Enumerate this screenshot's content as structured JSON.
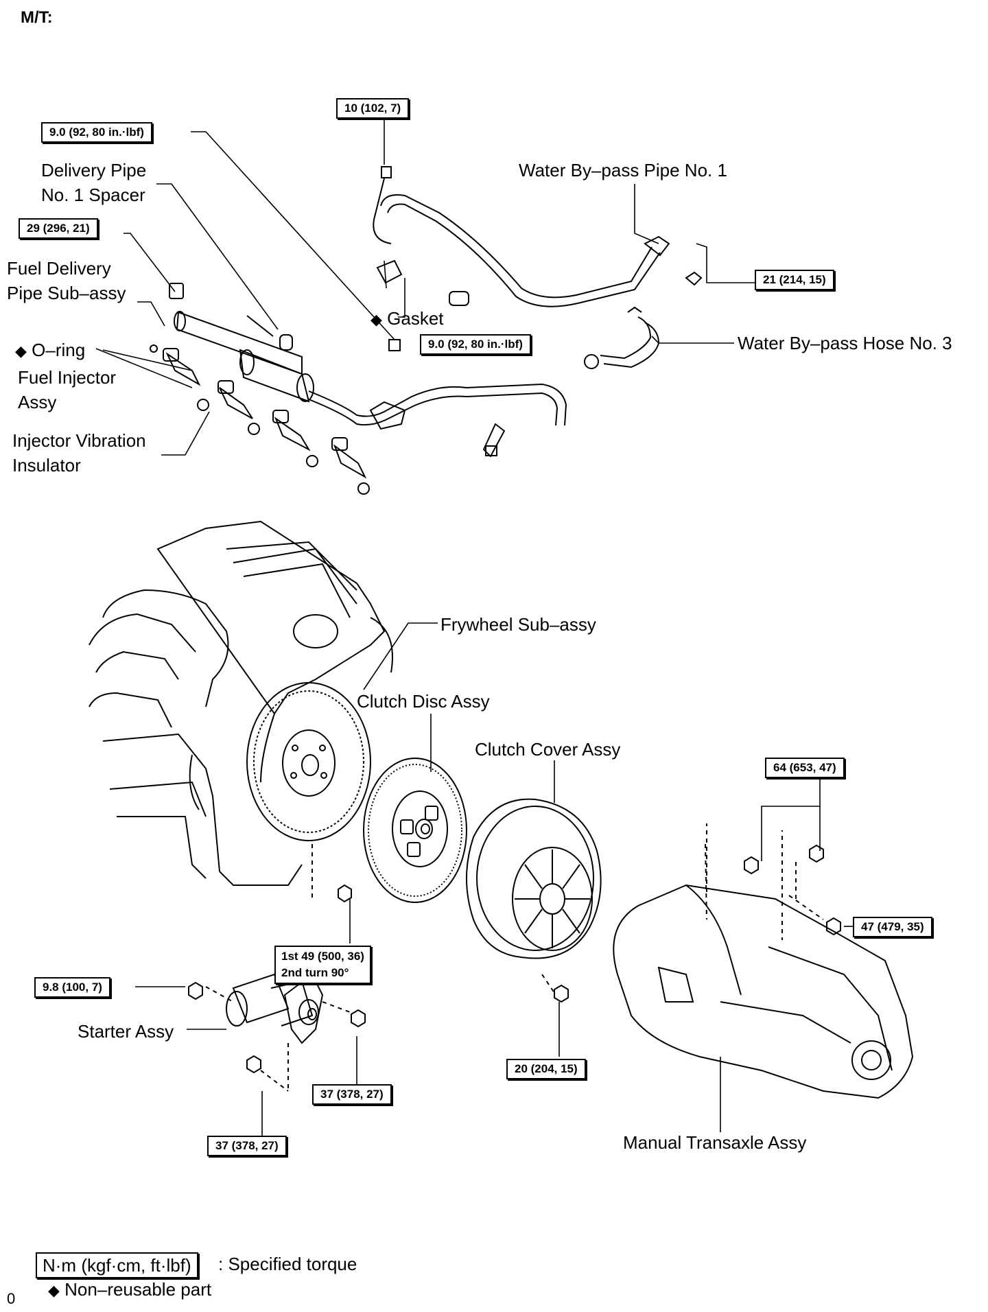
{
  "heading": "M/T:",
  "labels": {
    "delivery_pipe_spacer_1": "Delivery Pipe",
    "delivery_pipe_spacer_2": "No. 1 Spacer",
    "fuel_delivery_1": "Fuel Delivery",
    "fuel_delivery_2": "Pipe Sub–assy",
    "o_ring": "O–ring",
    "fuel_injector_1": "Fuel Injector",
    "fuel_injector_2": "Assy",
    "insulator_1": "Injector Vibration",
    "insulator_2": "Insulator",
    "gasket": "Gasket",
    "water_pipe": "Water By–pass Pipe No. 1",
    "water_hose": "Water By–pass Hose No. 3",
    "flywheel": "Frywheel Sub–assy",
    "clutch_disc": "Clutch Disc Assy",
    "clutch_cover": "Clutch Cover Assy",
    "starter": "Starter Assy",
    "transaxle": "Manual Transaxle Assy"
  },
  "torques": {
    "t1": "10 (102, 7)",
    "t2": "9.0 (92, 80 in.·lbf)",
    "t3": "29 (296, 21)",
    "t4": "21 (214, 15)",
    "t5": "9.0 (92, 80 in.·lbf)",
    "t6": "64 (653, 47)",
    "t7": "47 (479, 35)",
    "t8_line1": "1st 49 (500, 36)",
    "t8_line2": "2nd turn 90°",
    "t9": "9.8 (100, 7)",
    "t10": "37 (378, 27)",
    "t11": "20 (204, 15)",
    "t12": "37 (378, 27)"
  },
  "legend": {
    "unit": "N·m (kgf·cm, ft·lbf)",
    "unit_desc": ": Specified torque",
    "nonreusable": "Non–reusable part",
    "diamond": "◆"
  },
  "page_mark": "0"
}
